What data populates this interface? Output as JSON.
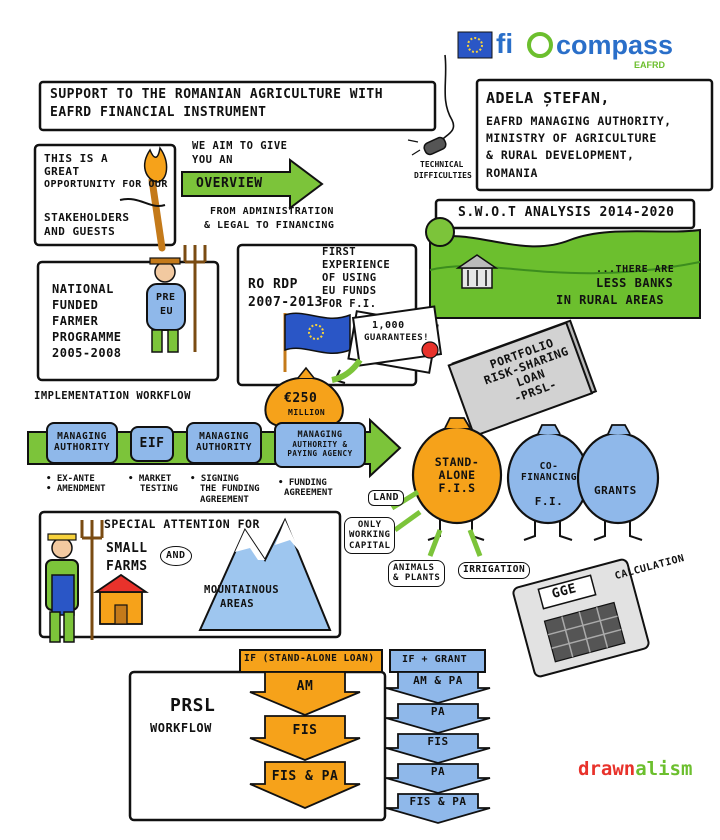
{
  "logo": {
    "prefix": "fi",
    "name": "compass",
    "sub": "EAFRD"
  },
  "title": {
    "line1": "Support to the Romanian agriculture with",
    "line2": "EAFRD Financial instrument"
  },
  "speaker": {
    "name": "Adela Ștefan,",
    "role1": "EAFRD Managing Authority,",
    "role2": "Ministry of Agriculture",
    "role3": "& Rural Development,",
    "country": "Romania"
  },
  "tech_note": {
    "line1": "Technical",
    "line2": "difficulties"
  },
  "intro": {
    "box_line1": "This is a",
    "box_line2": "great",
    "box_line3": "opportunity for our",
    "box_line4": "stakeholders",
    "box_line5": "and guests",
    "aim_line1": "We aim to give",
    "aim_line2": "you an",
    "overview": "overview",
    "from_line1": "from Administration",
    "from_line2": "& Legal to Financing"
  },
  "swot": {
    "title": "S.W.O.T Analysis 2014-2020",
    "note_line1": "...there are",
    "note_line2": "less banks",
    "note_line3": "in rural areas"
  },
  "national": {
    "line1": "National",
    "line2": "funded",
    "line3": "farmer",
    "line4": "programme",
    "line5": "2005-2008",
    "shirt1": "PRE",
    "shirt2": "EU"
  },
  "rdp": {
    "line1": "RO RDP",
    "line2": "2007-2013",
    "exp1": "First",
    "exp2": "experience",
    "exp3": "of using",
    "exp4": "EU funds",
    "exp5": "for F.I.",
    "guarantees1": "1,000",
    "guarantees2": "guarantees!",
    "money1": "€250",
    "money2": "million"
  },
  "prsl_card": {
    "line1": "Portfolio",
    "line2": "Risk-sharing",
    "line3": "loan",
    "line4": "-PRSL-"
  },
  "workflow": {
    "heading": "Implementation workflow",
    "steps": [
      {
        "label1": "Managing",
        "label2": "Authority"
      },
      {
        "label1": "EIF",
        "label2": ""
      },
      {
        "label1": "Managing",
        "label2": "Authority"
      },
      {
        "label1": "Managing",
        "label2": "Authority & Paying Agency"
      }
    ],
    "notes": [
      {
        "line1": "• Ex-ante",
        "line2": "• Amendment"
      },
      {
        "line1": "• Market",
        "line2": "testing"
      },
      {
        "line1": "• Signing",
        "line2": "the funding agreement"
      },
      {
        "line1": "• Funding",
        "line2": "agreement"
      }
    ]
  },
  "bags": {
    "standalone1": "Stand-",
    "standalone2": "alone",
    "standalone3": "F.I.s",
    "cofin1": "Co-financing",
    "cofin2": "F.I.",
    "grants": "Grants",
    "land": "Land",
    "working1": "Only",
    "working2": "working",
    "working3": "capital",
    "animals1": "Animals",
    "animals2": "& plants",
    "irrigation": "Irrigation",
    "gge": "GGE",
    "calculation": "Calculation"
  },
  "small_farms": {
    "line1": "Special attention for",
    "line2": "small",
    "line3": "farms",
    "and": "and",
    "mount1": "mountainous",
    "mount2": "areas"
  },
  "prsl_workflow": {
    "title1": "PRSL",
    "title2": "workflow",
    "left_header": "IF (stand-alone loan)",
    "right_header": "IF + Grant",
    "left_steps": [
      "AM",
      "FIs",
      "FIs & PA"
    ],
    "right_steps": [
      "AM & PA",
      "PA",
      "FIs",
      "PA",
      "FIs & PA"
    ]
  },
  "signature": {
    "part1": "drawn",
    "part2": "alism"
  },
  "colors": {
    "green": "#7cc43a",
    "blue": "#8fb8ea",
    "orange": "#f6a21a",
    "yellow": "#f7d23c",
    "red": "#e8322b"
  }
}
